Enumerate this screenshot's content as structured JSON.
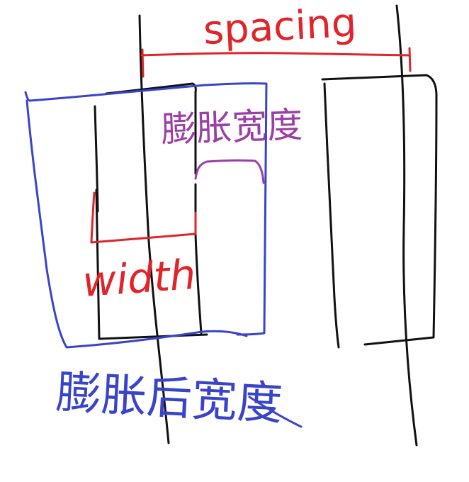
{
  "labels": {
    "spacing": "spacing",
    "width": "width",
    "expanded_width": "膨胀宽度",
    "after_expanded_width": "膨胀后宽度"
  },
  "colors": {
    "black": "#111111",
    "red": "#e0242a",
    "purple": "#9b3ea5",
    "blue": "#3944c9",
    "background": "#ffffff"
  }
}
